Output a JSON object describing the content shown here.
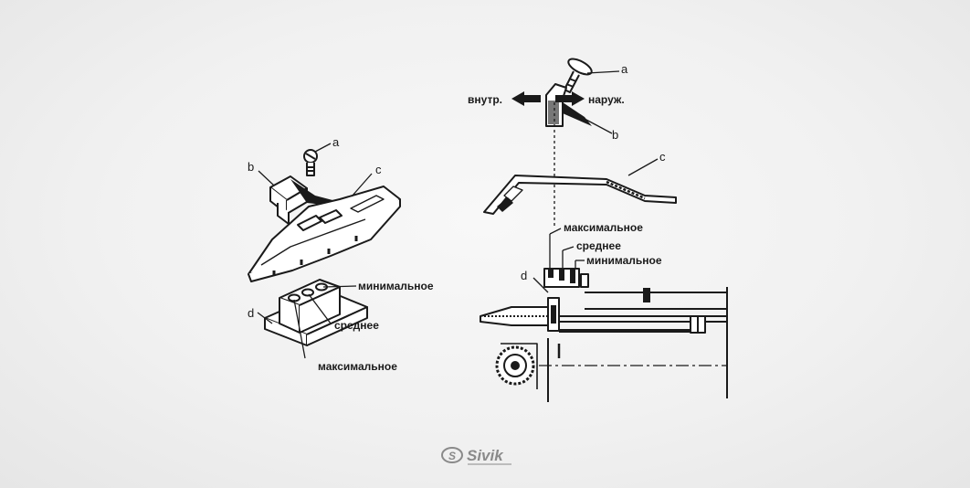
{
  "left_diagram": {
    "label_a": "a",
    "label_b": "b",
    "label_c": "c",
    "label_d": "d",
    "pos_min": "минимальное",
    "pos_mid": "среднее",
    "pos_max": "максимальное"
  },
  "right_diagram": {
    "label_a": "a",
    "label_b": "b",
    "label_c": "c",
    "label_d": "d",
    "inside": "внутр.",
    "outside": "наруж.",
    "pos_max": "максимальное",
    "pos_mid": "среднее",
    "pos_min": "минимальное"
  },
  "logo": {
    "text": "Sivik",
    "icon": "sivik-s-icon"
  },
  "colors": {
    "ink": "#1a1a1a",
    "background": "#f2f2f2",
    "logo": "#8a8a8a"
  }
}
